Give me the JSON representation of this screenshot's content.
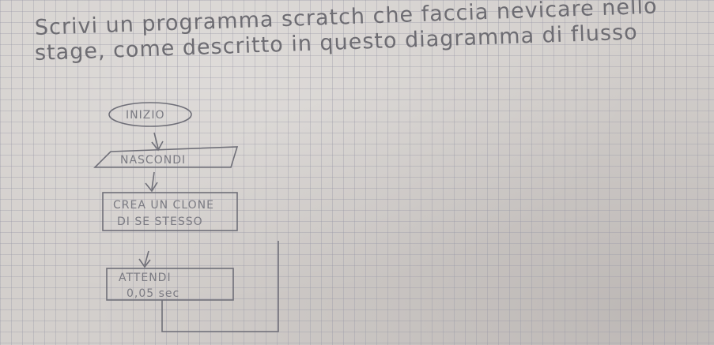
{
  "instructions": {
    "line1": "Scrivi un programma scratch che faccia nevicare nello",
    "line2": "stage, come descritto in questo diagramma di flusso"
  },
  "flowchart": {
    "start": "INIZIO",
    "step1": "NASCONDI",
    "step2_line1": "CREA UN CLONE",
    "step2_line2": "DI SE STESSO",
    "step3_line1": "ATTENDI",
    "step3_line2": "0,05 sec"
  }
}
